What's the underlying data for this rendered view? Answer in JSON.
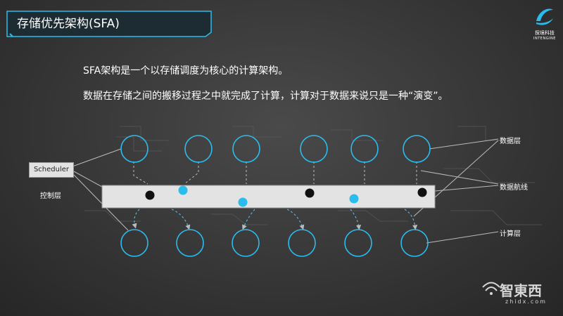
{
  "header": {
    "title": "存储优先架构(SFA)"
  },
  "logo": {
    "name": "探境科技",
    "subtitle": "INTENGINE"
  },
  "description": {
    "line1": "SFA架构是一个以存储调度为核心的计算架构。",
    "line2": "数据在存储之间的搬移过程之中就完成了计算，计算对于数据来说只是一种“演变”。"
  },
  "diagram": {
    "scheduler_label": "Scheduler",
    "control_layer_label": "控制层",
    "data_layer_label": "数据层",
    "data_bus_label": "数据航线",
    "compute_layer_label": "计算层",
    "colors": {
      "node_stroke": "#2bbcee",
      "cyan_dot": "#2bbcee",
      "black_dot": "#111111",
      "bus_fill": "#e3e3e3"
    }
  },
  "watermark": {
    "text": "智東西",
    "url": "zhidx.com"
  }
}
